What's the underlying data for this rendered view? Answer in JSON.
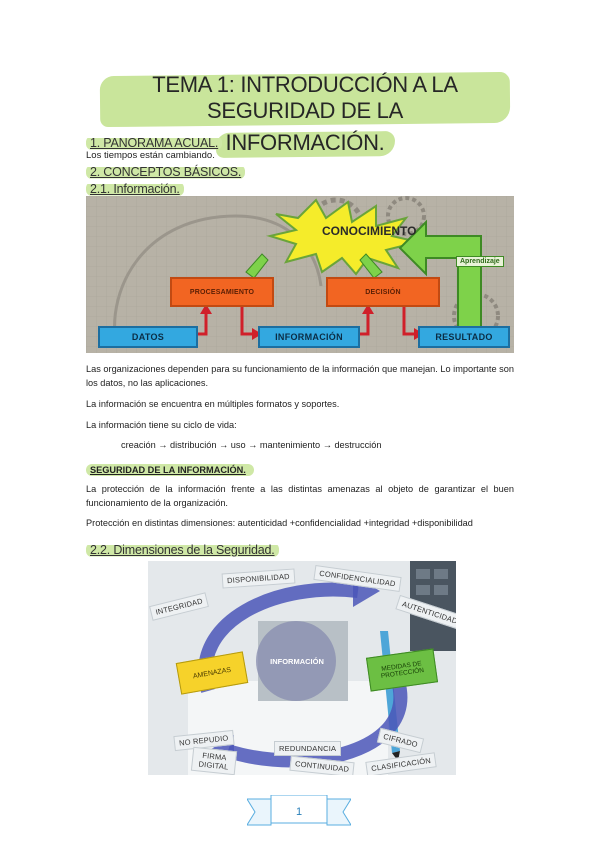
{
  "title": {
    "line1": "TEMA 1: INTRODUCCIÓN A LA SEGURIDAD DE LA",
    "line2": "INFORMACIÓN."
  },
  "section1": {
    "heading": "1. PANORAMA ACUAL.",
    "text": "Los tiempos están cambiando."
  },
  "section2": {
    "heading": "2. CONCEPTOS BÁSICOS.",
    "sub1": "2.1. Información.",
    "sub2": "2.2. Dimensiones de la Seguridad."
  },
  "diagram1": {
    "conocimiento": "CONOCIMIENTO",
    "procesamiento": "PROCESAMIENTO",
    "decision": "DECISIÓN",
    "datos": "DATOS",
    "informacion": "INFORMACIÓN",
    "resultado": "RESULTADO",
    "aprendizaje": "Aprendizaje"
  },
  "body": {
    "p1": "Las organizaciones dependen para su funcionamiento de la información que manejan. Lo importante son los datos, no las aplicaciones.",
    "p2": "La información se encuentra en múltiples formatos y soportes.",
    "p3": "La información tiene su ciclo de vida:",
    "cycle": "creación → distribución → uso → mantenimiento → destrucción",
    "seg_heading": "SEGURIDAD DE LA INFORMACIÓN.",
    "p4": "La protección de la información frente a las distintas amenazas al objeto de garantizar el buen funcionamiento de la organización.",
    "p5": "Protección en distintas dimensiones: autenticidad +confidencialidad +integridad +disponibilidad"
  },
  "diagram2": {
    "disponibilidad": "DISPONIBILIDAD",
    "confidencialidad": "CONFIDENCIALIDAD",
    "integridad": "INTEGRIDAD",
    "autenticidad": "AUTENTICIDAD",
    "amenazas": "AMENAZAS",
    "informacion": "INFORMACIÓN",
    "medidas": "MEDIDAS DE PROTECCIÓN",
    "no_repudio": "NO REPUDIO",
    "firma_digital": "FIRMA DIGITAL",
    "redundancia": "REDUNDANCIA",
    "continuidad": "CONTINUIDAD",
    "cifrado": "CIFRADO",
    "clasificacion": "CLASIFICACIÓN"
  },
  "footer": {
    "page": "1"
  },
  "colors": {
    "highlight": "#c9e59b",
    "orange": "#f26522",
    "blue": "#33a8e0",
    "green": "#6cbf43"
  }
}
